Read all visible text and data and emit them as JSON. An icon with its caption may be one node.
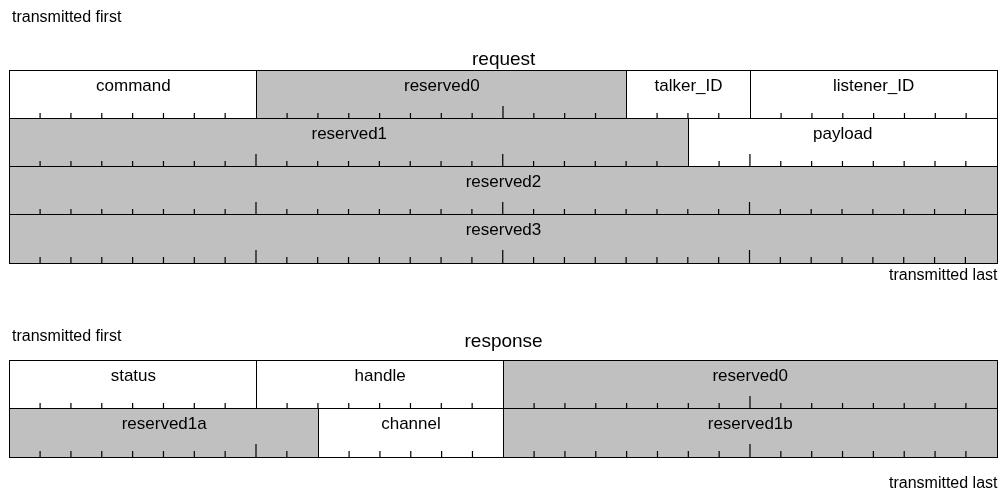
{
  "diagram": {
    "nodes": [
      {
        "text": [
          "request"
        ]
      },
      {
        "text": [
          "command"
        ],
        "in": 0
      },
      {
        "text": [
          "reserved0"
        ],
        "in": 0
      },
      {
        "text": [
          "talker_ID"
        ],
        "in": 0
      },
      {
        "text": [
          "listener_ID"
        ],
        "in": 0
      },
      {
        "text": [
          "reserved1"
        ],
        "in": 0
      },
      {
        "text": [
          "payload"
        ],
        "in": 0
      },
      {
        "text": [
          "reserved2"
        ],
        "in": 0
      },
      {
        "text": [
          "reserved3"
        ],
        "in": 0
      },
      {
        "text": [
          "response"
        ]
      },
      {
        "text": [
          "status"
        ],
        "in": 9
      },
      {
        "text": [
          "handle"
        ],
        "in": 9
      },
      {
        "text": [
          "reserved0"
        ],
        "in": 9
      },
      {
        "text": [
          "reserved1a"
        ],
        "in": 9
      },
      {
        "text": [
          "channel"
        ],
        "in": 9
      },
      {
        "text": [
          "reserved1b"
        ],
        "in": 9
      }
    ],
    "edges": [],
    "labels": [
      "transmitted first",
      "transmitted last",
      "transmitted first",
      "transmitted last"
    ]
  }
}
